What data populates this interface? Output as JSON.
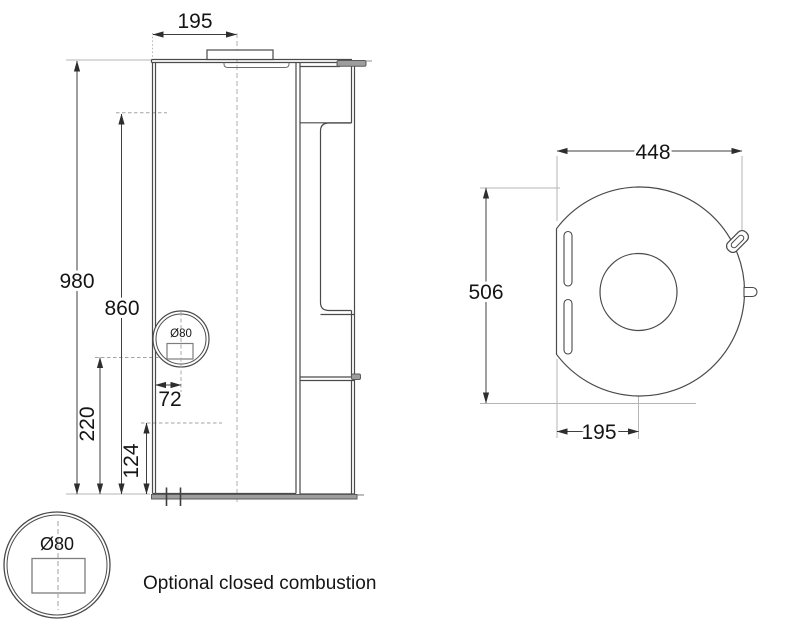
{
  "side_view": {
    "label_flue_offset": "195",
    "label_total_height": "980",
    "label_upper_height": "860",
    "label_lower_height": "220",
    "label_base_height": "124",
    "label_inlet_offset": "72",
    "label_inlet_diameter": "Ø80"
  },
  "top_view": {
    "label_depth": "448",
    "label_width": "506",
    "label_flue_center": "195"
  },
  "detail_view": {
    "label_inlet_diameter": "Ø80",
    "caption": "Optional closed combustion"
  },
  "colors": {
    "outline": "#4a4a4a",
    "dimension": "#3f3f3f",
    "extension": "#b5b5b5",
    "centerline": "#a8a8a8",
    "gray_fill": "#9d9d9d",
    "text": "#151515",
    "background": "#ffffff"
  }
}
